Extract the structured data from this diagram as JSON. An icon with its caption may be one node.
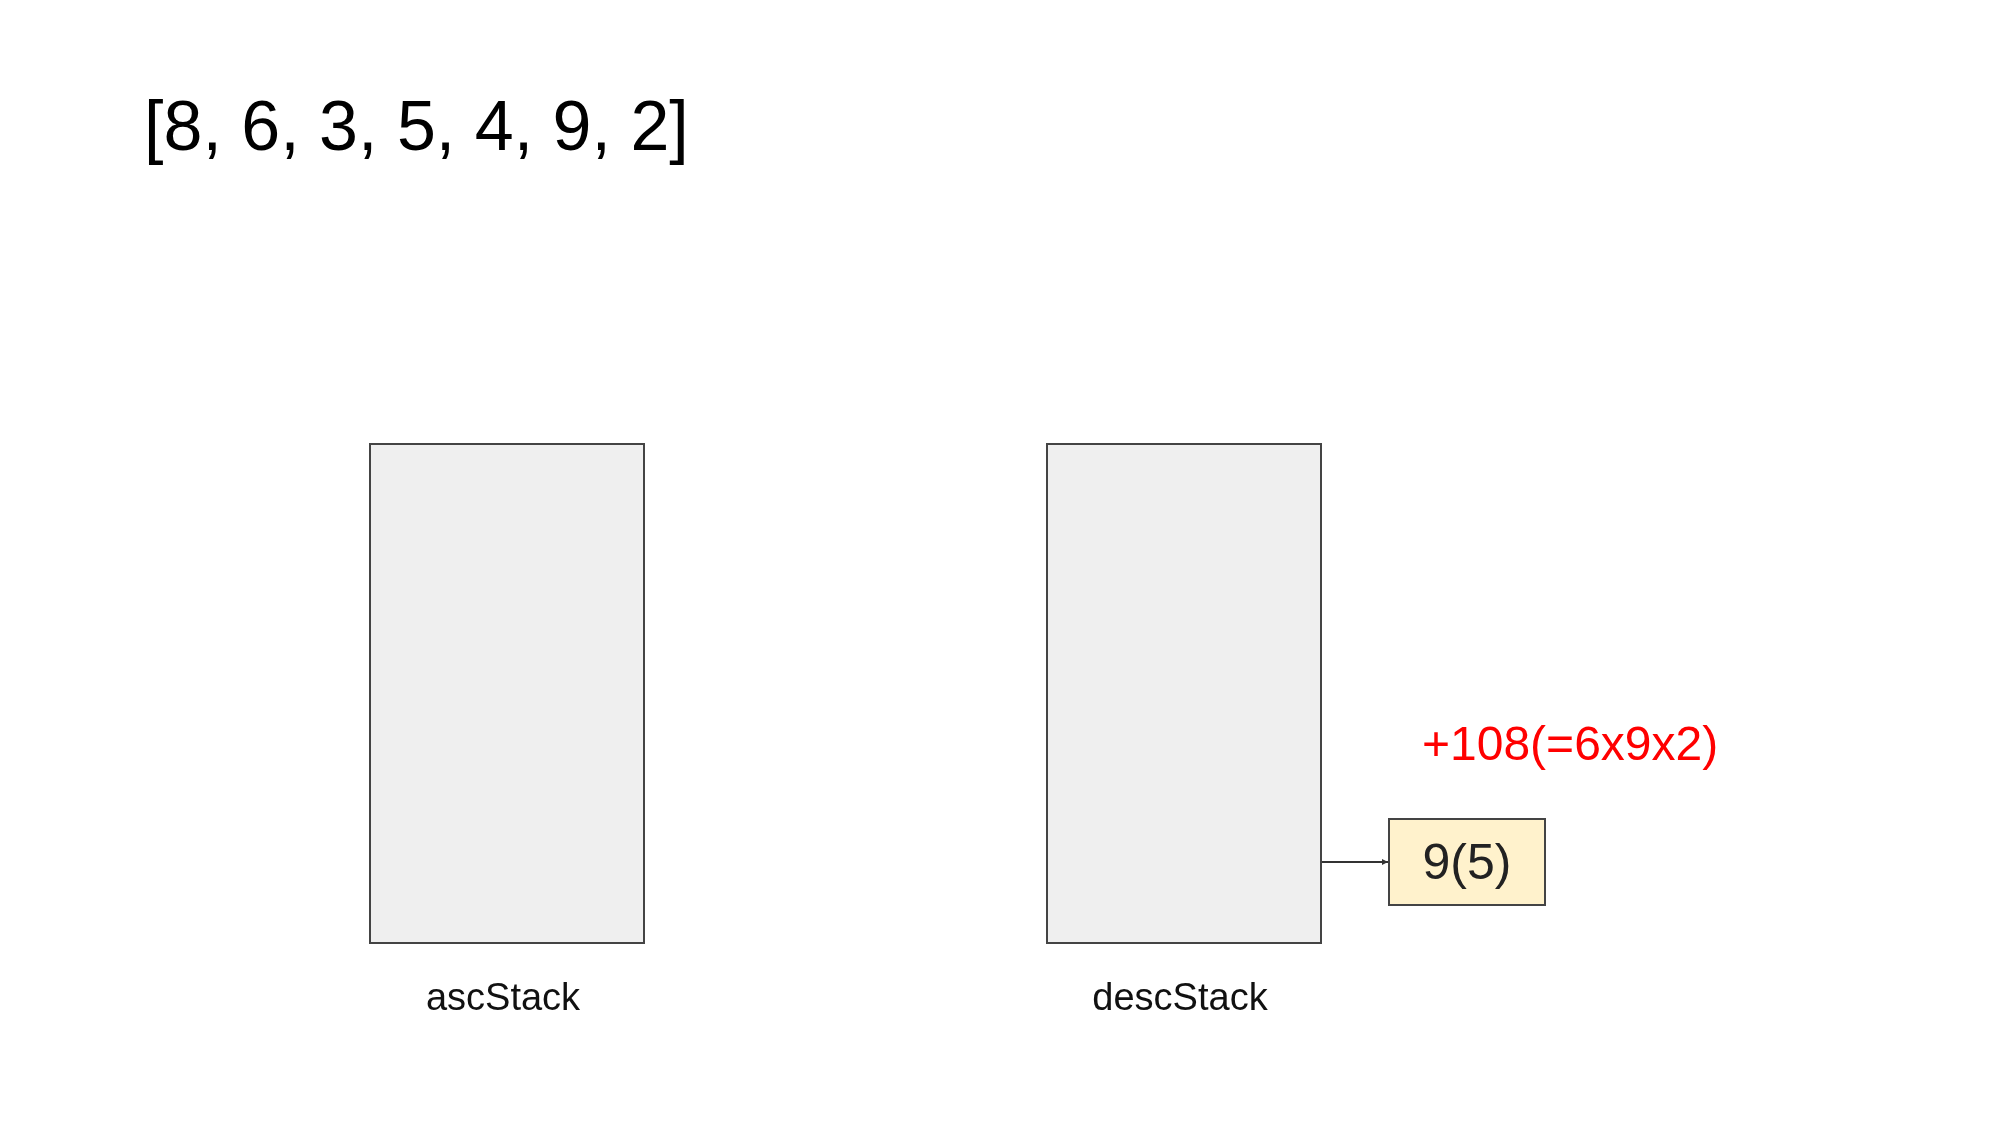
{
  "diagram": {
    "title": "[8, 6, 3, 5, 4, 9, 2]",
    "nodes": [
      {
        "text": [],
        "shape": "box",
        "beside": [
          "ascStack"
        ]
      },
      {
        "text": [],
        "shape": "box",
        "beside": [
          "descStack"
        ]
      },
      {
        "text": [
          "9(5)"
        ]
      }
    ],
    "edges": [
      {
        "from": 1,
        "to": 2,
        "arrow": "to"
      }
    ],
    "labels": [
      "+108(=6x9x2)"
    ]
  }
}
